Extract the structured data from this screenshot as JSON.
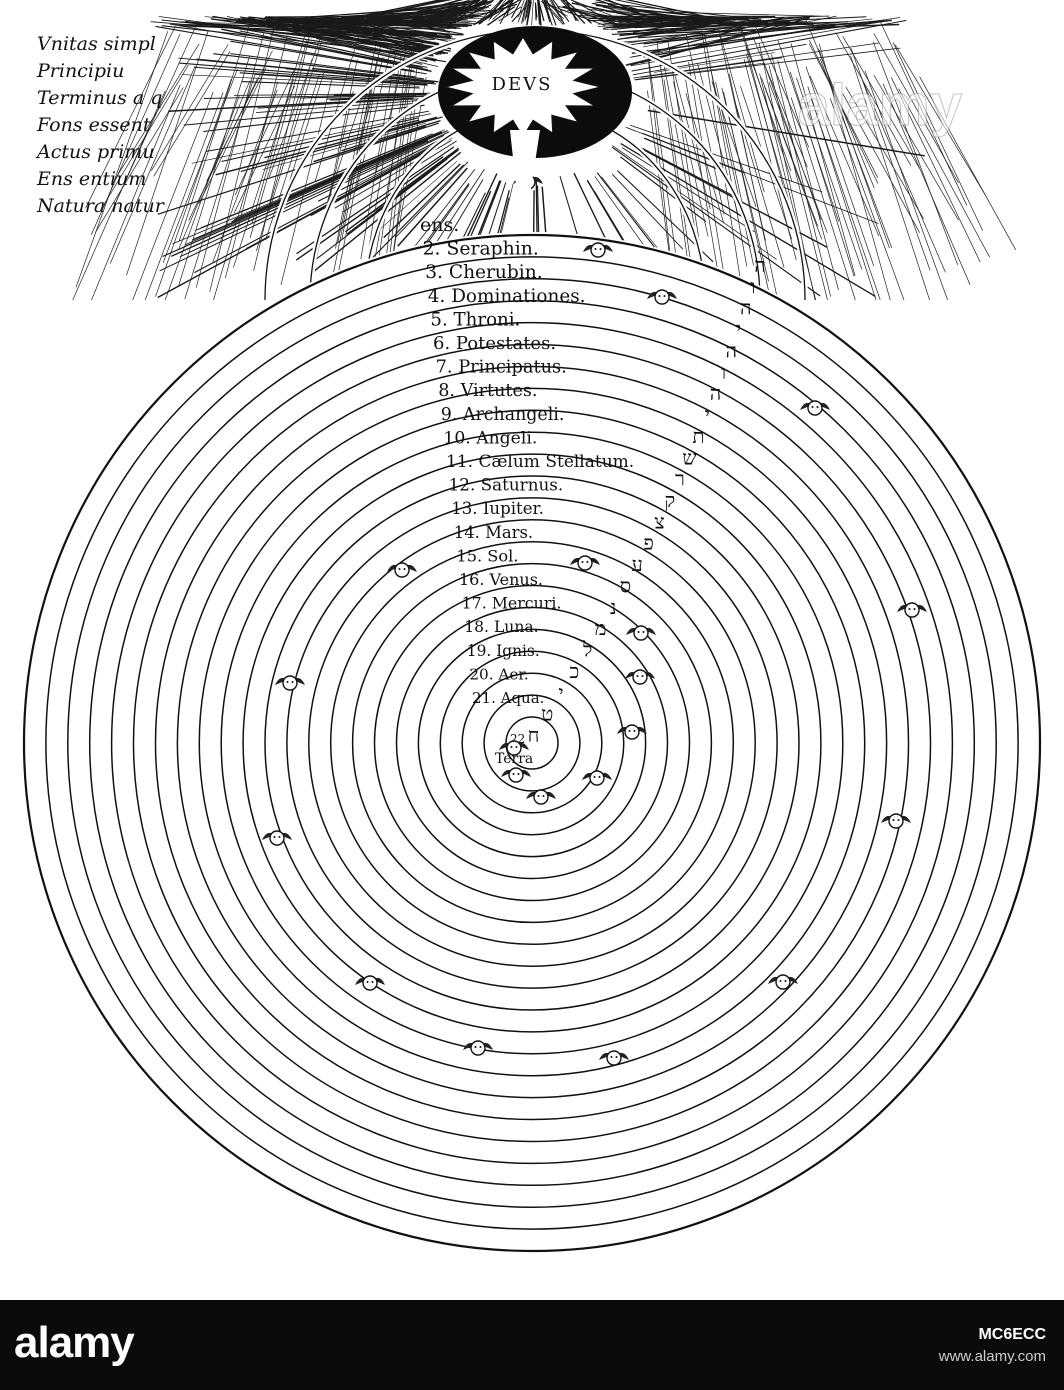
{
  "diagram": {
    "deus_label": "DEVS",
    "attributes": [
      "Vnitas simpl",
      "Principiu",
      "Terminus a q",
      "Fons essent",
      "Actus primu",
      "Ens entium",
      "Natura natur"
    ],
    "spheres": [
      "ens.",
      "2. Seraphin.",
      "3. Cherubin.",
      "4. Dominationes.",
      "5. Throni.",
      "6. Potestates.",
      "7. Principatus.",
      "8. Virtutes.",
      "9. Archangeli.",
      "10. Angeli.",
      "11. Cælum Stellatum.",
      "12. Saturnus.",
      "13. Iupiter.",
      "14. Mars.",
      "15. Sol.",
      "16. Venus.",
      "17. Mercuri.",
      "18. Luna.",
      "19. Ignis.",
      "20. Aer.",
      "21. Aqua.",
      "22",
      "Terra"
    ],
    "hebrew_letters": [
      "ה",
      "ו",
      "ה",
      "י",
      "ה",
      "ו",
      "ה",
      "י",
      "ת",
      "ש",
      "ר",
      "ק",
      "צ",
      "פ",
      "ע",
      "ס",
      "נ",
      "מ",
      "ל",
      "כ",
      "י",
      "ט",
      "ח"
    ]
  },
  "watermark": {
    "text": "alamy"
  },
  "footer": {
    "logo": "alamy",
    "image_id": "MC6ECC",
    "url": "www.alamy.com"
  }
}
